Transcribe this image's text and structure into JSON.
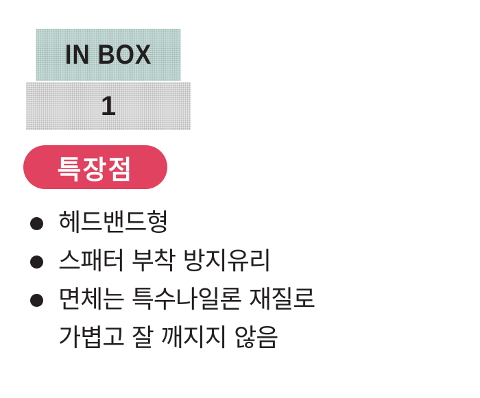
{
  "inbox": {
    "header": "IN BOX",
    "value": "1"
  },
  "features": {
    "title": "특장점",
    "items": [
      "헤드밴드형",
      "스패터 부착 방지유리",
      "면체는 특수나일론 재질로\n가볍고 잘 깨지지 않음"
    ]
  },
  "colors": {
    "badge": "#e0425f",
    "header_bg": "#c7dcd8",
    "value_bg": "#e2e2e2",
    "text": "#231f20"
  }
}
